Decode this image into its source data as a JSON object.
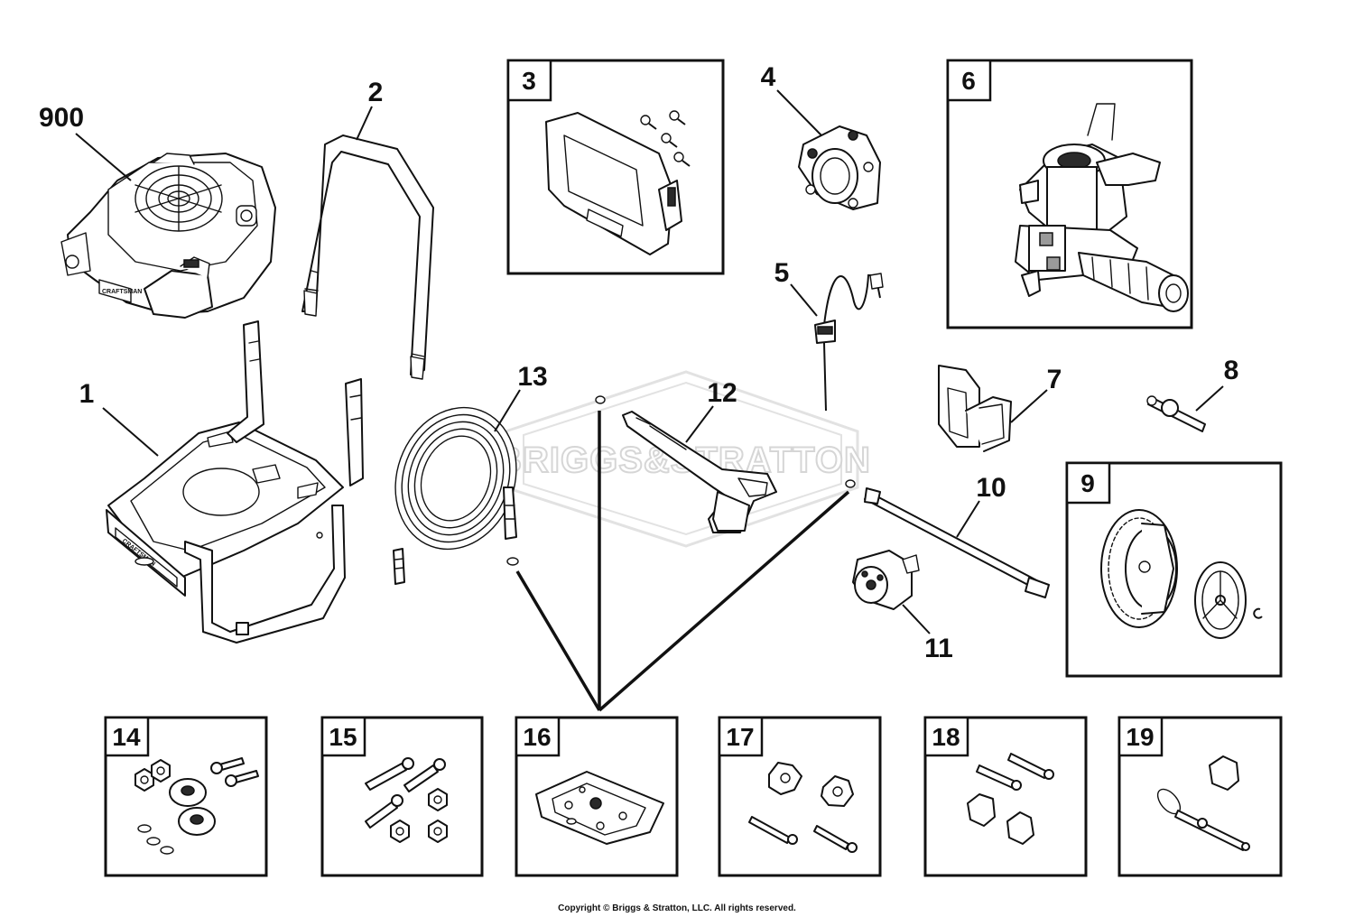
{
  "watermark": {
    "text": "BRIGGS&STRATTON"
  },
  "copyright": "Copyright © Briggs & Stratton, LLC. All rights reserved.",
  "callouts": [
    {
      "id": "900",
      "label": "900"
    },
    {
      "id": "1",
      "label": "1"
    },
    {
      "id": "2",
      "label": "2"
    },
    {
      "id": "4",
      "label": "4"
    },
    {
      "id": "5",
      "label": "5"
    },
    {
      "id": "7",
      "label": "7"
    },
    {
      "id": "8",
      "label": "8"
    },
    {
      "id": "10",
      "label": "10"
    },
    {
      "id": "11",
      "label": "11"
    },
    {
      "id": "12",
      "label": "12"
    },
    {
      "id": "13",
      "label": "13"
    }
  ],
  "boxes": [
    {
      "id": "3",
      "label": "3"
    },
    {
      "id": "6",
      "label": "6"
    },
    {
      "id": "9",
      "label": "9"
    },
    {
      "id": "14",
      "label": "14"
    },
    {
      "id": "15",
      "label": "15"
    },
    {
      "id": "16",
      "label": "16"
    },
    {
      "id": "17",
      "label": "17"
    },
    {
      "id": "18",
      "label": "18"
    },
    {
      "id": "19",
      "label": "19"
    }
  ],
  "engine": {
    "brand_text": "CRAFTSMAN"
  },
  "frame": {
    "brand_text": "CRAFTSMAN"
  },
  "colors": {
    "ink": "#111111",
    "watermark": "#d6d6d6",
    "background": "#ffffff"
  }
}
